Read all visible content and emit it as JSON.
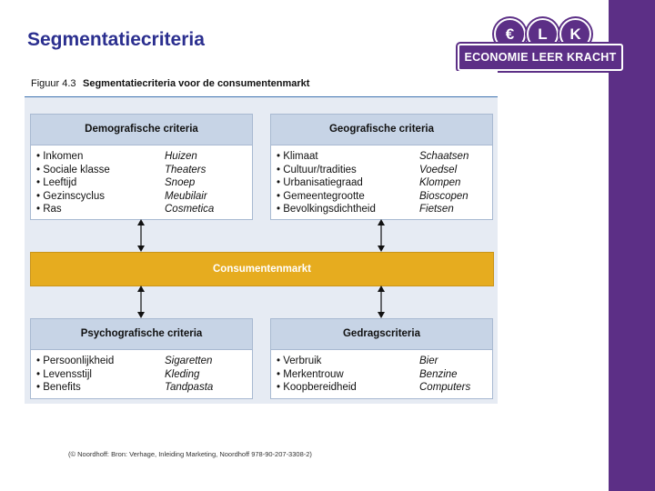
{
  "slide": {
    "title": "Segmentatiecriteria",
    "credit": "(© Noordhoff: Bron: Verhage, Inleiding Marketing, Noordhoff 978-90-207-3308-2)"
  },
  "logo": {
    "letters": [
      "€",
      "L",
      "K"
    ],
    "text": "ECONOMIE LEER KRACHT"
  },
  "figure": {
    "number": "Figuur 4.3",
    "title": "Segmentatiecriteria voor de consumentenmarkt",
    "center": "Consumentenmarkt",
    "boxes": [
      {
        "title": "Demografische criteria",
        "items": [
          {
            "criterion": "Inkomen",
            "example": "Huizen"
          },
          {
            "criterion": "Sociale klasse",
            "example": "Theaters"
          },
          {
            "criterion": "Leeftijd",
            "example": "Snoep"
          },
          {
            "criterion": "Gezinscyclus",
            "example": "Meubilair"
          },
          {
            "criterion": "Ras",
            "example": "Cosmetica"
          }
        ]
      },
      {
        "title": "Geografische criteria",
        "items": [
          {
            "criterion": "Klimaat",
            "example": "Schaatsen"
          },
          {
            "criterion": "Cultuur/tradities",
            "example": "Voedsel"
          },
          {
            "criterion": "Urbanisatiegraad",
            "example": "Klompen"
          },
          {
            "criterion": "Gemeentegrootte",
            "example": "Bioscopen"
          },
          {
            "criterion": "Bevolkingsdichtheid",
            "example": "Fietsen"
          }
        ]
      },
      {
        "title": "Psychografische criteria",
        "items": [
          {
            "criterion": "Persoonlijkheid",
            "example": "Sigaretten"
          },
          {
            "criterion": "Levensstijl",
            "example": "Kleding"
          },
          {
            "criterion": "Benefits",
            "example": "Tandpasta"
          }
        ]
      },
      {
        "title": "Gedragscriteria",
        "items": [
          {
            "criterion": "Verbruik",
            "example": "Bier"
          },
          {
            "criterion": "Merkentrouw",
            "example": "Benzine"
          },
          {
            "criterion": "Koopbereidheid",
            "example": "Computers"
          }
        ]
      }
    ]
  }
}
